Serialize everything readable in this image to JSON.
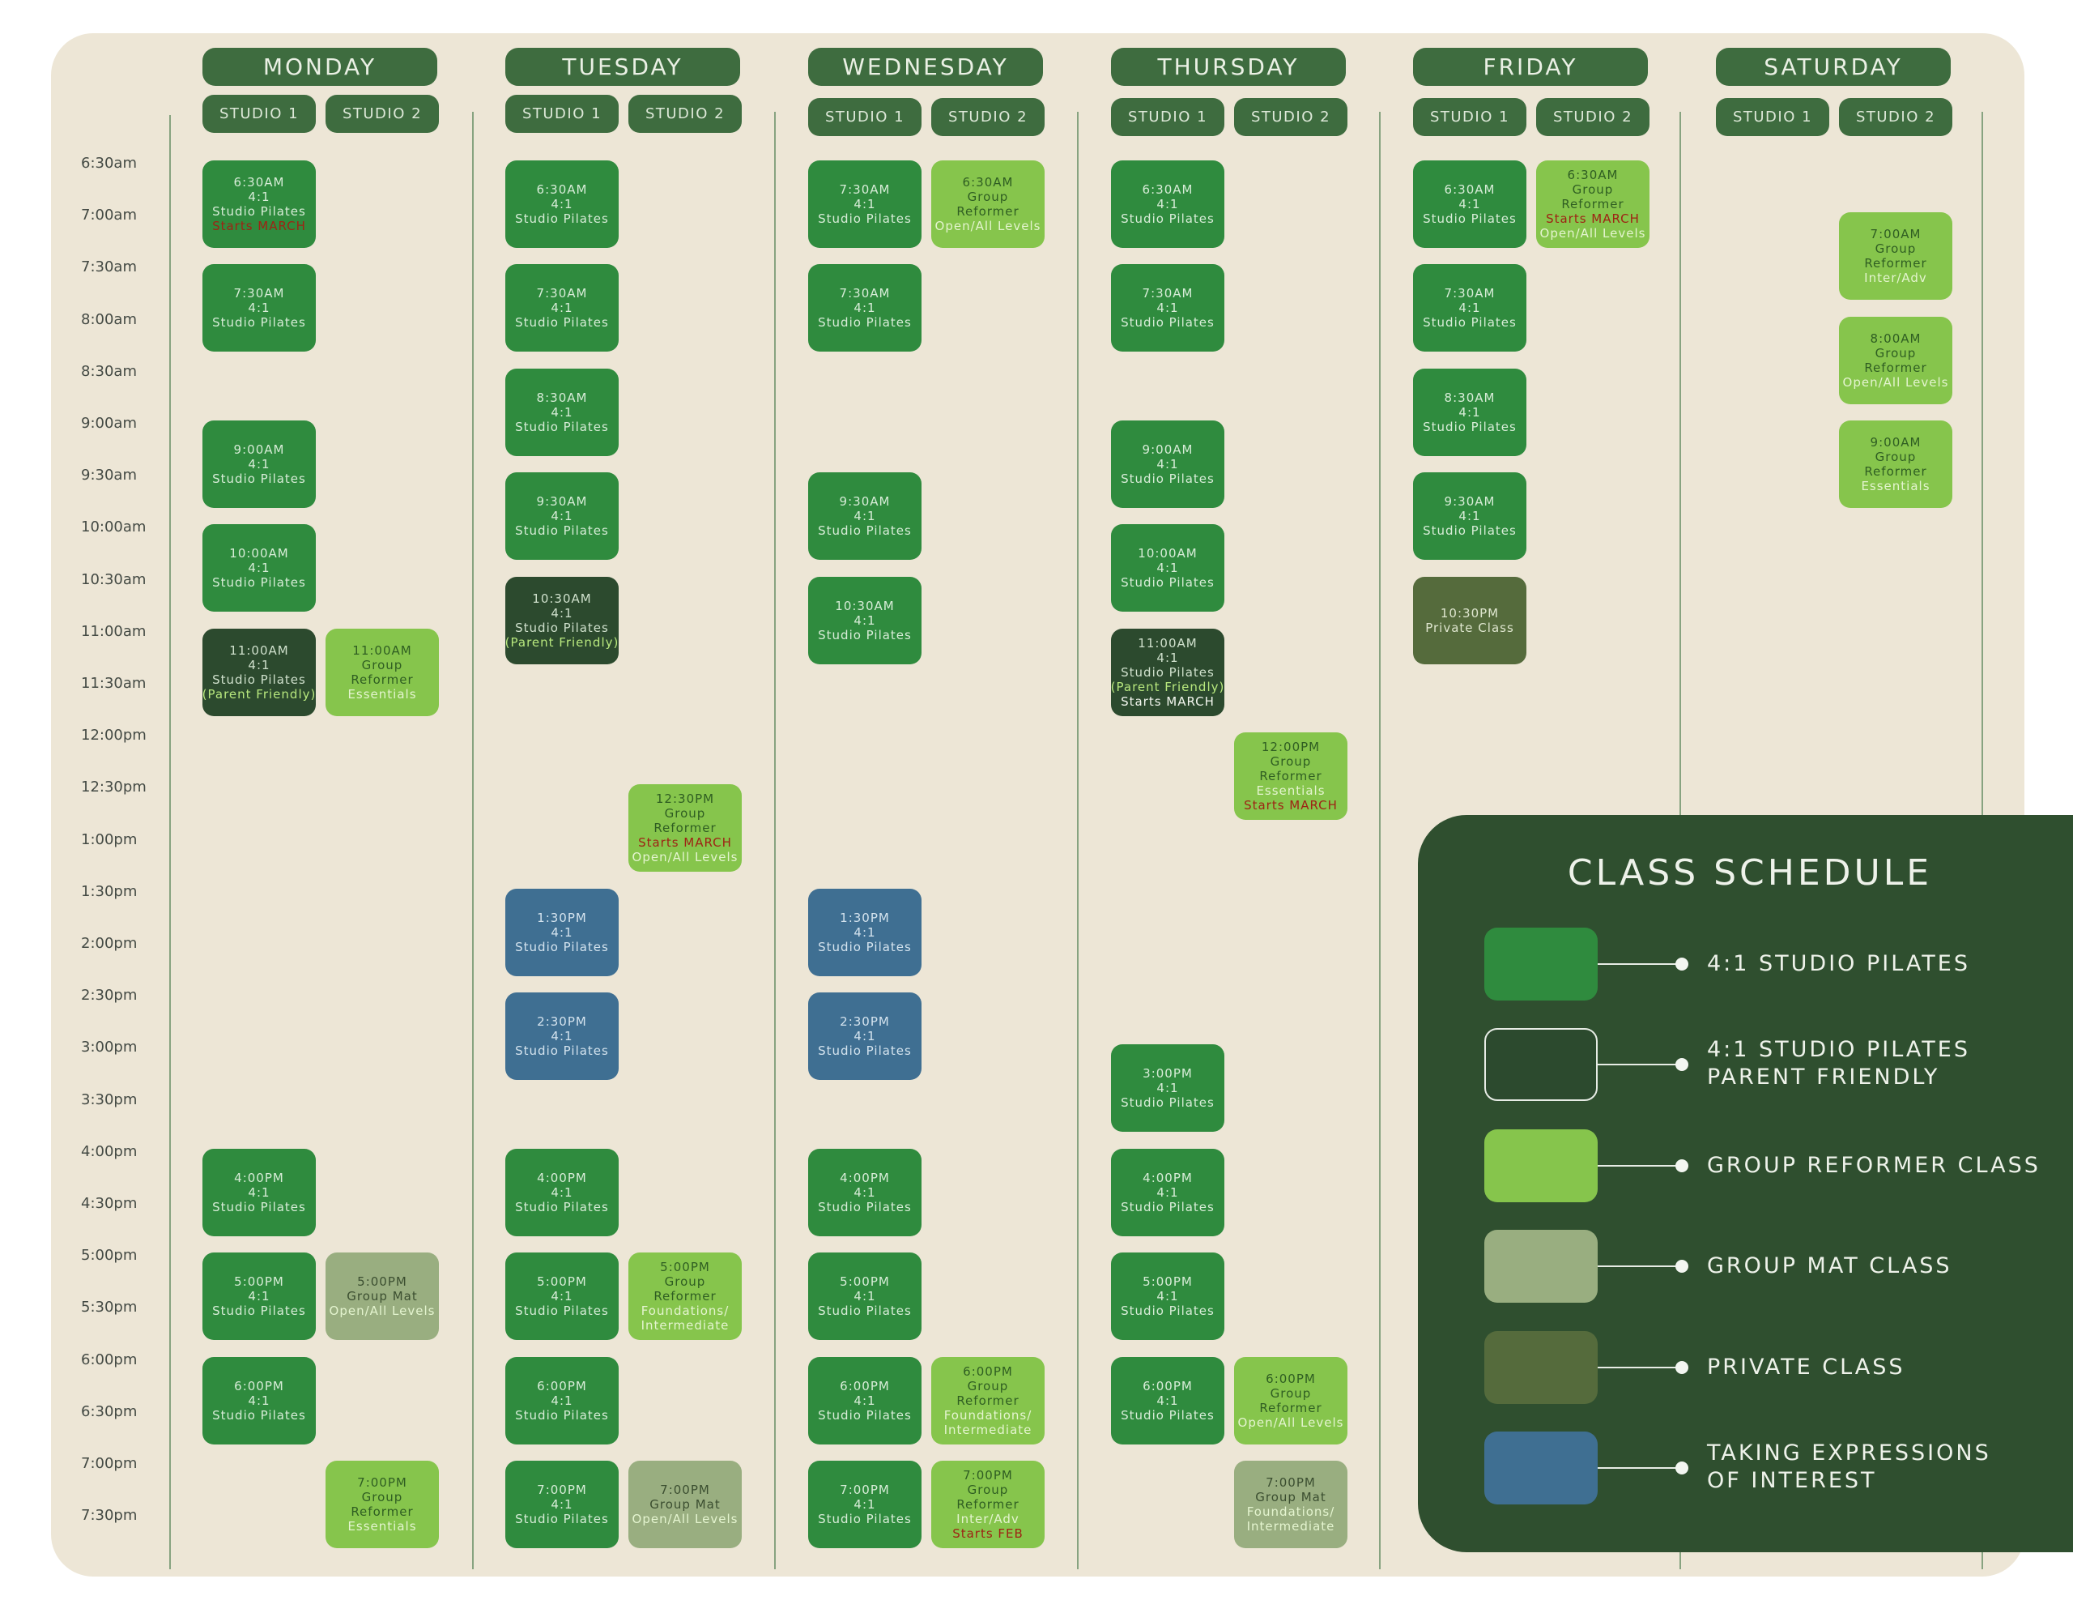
{
  "legend": {
    "title": "CLASS SCHEDULE",
    "items": [
      {
        "kind": "studio",
        "label": "4:1 STUDIO PILATES",
        "color": "#2f8b3e"
      },
      {
        "kind": "parent",
        "label": "4:1 STUDIO PILATES\nPARENT FRIENDLY",
        "color": "#2c4a2e"
      },
      {
        "kind": "group_reformer",
        "label": "GROUP REFORMER CLASS",
        "color": "#86c54c"
      },
      {
        "kind": "group_mat",
        "label": "GROUP MAT CLASS",
        "color": "#99ae80"
      },
      {
        "kind": "private",
        "label": "PRIVATE CLASS",
        "color": "#556b3c"
      },
      {
        "kind": "eoi",
        "label": "TAKING EXPRESSIONS\nOF INTEREST",
        "color": "#3f6f92"
      }
    ]
  },
  "days": [
    "MONDAY",
    "TUESDAY",
    "WEDNESDAY",
    "THURSDAY",
    "FRIDAY",
    "SATURDAY"
  ],
  "studios": [
    "STUDIO 1",
    "STUDIO 2"
  ],
  "times": [
    "6:30am",
    "7:00am",
    "7:30am",
    "8:00am",
    "8:30am",
    "9:00am",
    "9:30am",
    "10:00am",
    "10:30am",
    "11:00am",
    "11:30am",
    "12:00pm",
    "12:30pm",
    "1:00pm",
    "1:30pm",
    "2:00pm",
    "2:30pm",
    "3:00pm",
    "3:30pm",
    "4:00pm",
    "4:30pm",
    "5:00pm",
    "5:30pm",
    "6:00pm",
    "6:30pm",
    "7:00pm",
    "7:30pm"
  ],
  "classes": [
    {
      "day": 0,
      "studio": 0,
      "slot": 0,
      "type": "studio",
      "lines": [
        "6:30AM",
        "4:1",
        "Studio Pilates",
        {
          "t": "Starts MARCH",
          "s": "red"
        }
      ]
    },
    {
      "day": 0,
      "studio": 0,
      "slot": 2,
      "type": "studio",
      "lines": [
        "7:30AM",
        "4:1",
        "Studio Pilates"
      ]
    },
    {
      "day": 0,
      "studio": 0,
      "slot": 5,
      "type": "studio",
      "lines": [
        "9:00AM",
        "4:1",
        "Studio Pilates"
      ]
    },
    {
      "day": 0,
      "studio": 0,
      "slot": 7,
      "type": "studio",
      "lines": [
        "10:00AM",
        "4:1",
        "Studio Pilates"
      ]
    },
    {
      "day": 0,
      "studio": 0,
      "slot": 9,
      "type": "parent",
      "lines": [
        "11:00AM",
        "4:1",
        "Studio Pilates",
        {
          "t": "(Parent Friendly)",
          "s": "dark"
        }
      ]
    },
    {
      "day": 0,
      "studio": 1,
      "slot": 9,
      "type": "group_reformer",
      "lines": [
        "11:00AM",
        "Group",
        "Reformer",
        {
          "t": "Essentials",
          "s": "pale"
        }
      ]
    },
    {
      "day": 0,
      "studio": 0,
      "slot": 19,
      "type": "studio",
      "lines": [
        "4:00PM",
        "4:1",
        "Studio Pilates"
      ]
    },
    {
      "day": 0,
      "studio": 0,
      "slot": 21,
      "type": "studio",
      "lines": [
        "5:00PM",
        "4:1",
        "Studio Pilates"
      ]
    },
    {
      "day": 0,
      "studio": 1,
      "slot": 21,
      "type": "group_mat",
      "lines": [
        "5:00PM",
        "Group Mat",
        {
          "t": "Open/All Levels",
          "s": "pale"
        }
      ]
    },
    {
      "day": 0,
      "studio": 0,
      "slot": 23,
      "type": "studio",
      "lines": [
        "6:00PM",
        "4:1",
        "Studio Pilates"
      ]
    },
    {
      "day": 0,
      "studio": 1,
      "slot": 25,
      "type": "group_reformer",
      "lines": [
        "7:00PM",
        "Group",
        "Reformer",
        {
          "t": "Essentials",
          "s": "pale"
        }
      ]
    },
    {
      "day": 1,
      "studio": 0,
      "slot": 0,
      "type": "studio",
      "lines": [
        "6:30AM",
        "4:1",
        "Studio Pilates"
      ]
    },
    {
      "day": 1,
      "studio": 0,
      "slot": 2,
      "type": "studio",
      "lines": [
        "7:30AM",
        "4:1",
        "Studio Pilates"
      ]
    },
    {
      "day": 1,
      "studio": 0,
      "slot": 4,
      "type": "studio",
      "lines": [
        "8:30AM",
        "4:1",
        "Studio Pilates"
      ]
    },
    {
      "day": 1,
      "studio": 0,
      "slot": 6,
      "type": "studio",
      "lines": [
        "9:30AM",
        "4:1",
        "Studio Pilates"
      ]
    },
    {
      "day": 1,
      "studio": 0,
      "slot": 8,
      "type": "parent",
      "lines": [
        "10:30AM",
        "4:1",
        "Studio Pilates",
        {
          "t": "(Parent Friendly)",
          "s": "dark"
        }
      ]
    },
    {
      "day": 1,
      "studio": 1,
      "slot": 12,
      "type": "group_reformer",
      "lines": [
        "12:30PM",
        "Group",
        "Reformer",
        {
          "t": "Starts MARCH",
          "s": "red"
        },
        {
          "t": "Open/All Levels",
          "s": "pale"
        }
      ]
    },
    {
      "day": 1,
      "studio": 0,
      "slot": 14,
      "type": "eoi",
      "lines": [
        "1:30PM",
        "4:1",
        "Studio Pilates"
      ]
    },
    {
      "day": 1,
      "studio": 0,
      "slot": 16,
      "type": "eoi",
      "lines": [
        "2:30PM",
        "4:1",
        "Studio Pilates"
      ]
    },
    {
      "day": 1,
      "studio": 0,
      "slot": 19,
      "type": "studio",
      "lines": [
        "4:00PM",
        "4:1",
        "Studio Pilates"
      ]
    },
    {
      "day": 1,
      "studio": 0,
      "slot": 21,
      "type": "studio",
      "lines": [
        "5:00PM",
        "4:1",
        "Studio Pilates"
      ]
    },
    {
      "day": 1,
      "studio": 1,
      "slot": 21,
      "type": "group_reformer",
      "lines": [
        "5:00PM",
        "Group",
        "Reformer",
        {
          "t": "Foundations/",
          "s": "pale"
        },
        {
          "t": "Intermediate",
          "s": "pale"
        }
      ]
    },
    {
      "day": 1,
      "studio": 0,
      "slot": 23,
      "type": "studio",
      "lines": [
        "6:00PM",
        "4:1",
        "Studio Pilates"
      ]
    },
    {
      "day": 1,
      "studio": 0,
      "slot": 25,
      "type": "studio",
      "lines": [
        "7:00PM",
        "4:1",
        "Studio Pilates"
      ]
    },
    {
      "day": 1,
      "studio": 1,
      "slot": 25,
      "type": "group_mat",
      "lines": [
        "7:00PM",
        "Group Mat",
        {
          "t": "Open/All Levels",
          "s": "pale"
        }
      ]
    },
    {
      "day": 2,
      "studio": 0,
      "slot": 0,
      "type": "studio",
      "lines": [
        "7:30AM",
        "4:1",
        "Studio Pilates"
      ]
    },
    {
      "day": 2,
      "studio": 1,
      "slot": 0,
      "type": "group_reformer",
      "lines": [
        "6:30AM",
        "Group",
        "Reformer",
        {
          "t": "Open/All Levels",
          "s": "pale"
        }
      ]
    },
    {
      "day": 2,
      "studio": 0,
      "slot": 2,
      "type": "studio",
      "lines": [
        "7:30AM",
        "4:1",
        "Studio Pilates"
      ]
    },
    {
      "day": 2,
      "studio": 0,
      "slot": 6,
      "type": "studio",
      "lines": [
        "9:30AM",
        "4:1",
        "Studio Pilates"
      ]
    },
    {
      "day": 2,
      "studio": 0,
      "slot": 8,
      "type": "studio",
      "lines": [
        "10:30AM",
        "4:1",
        "Studio Pilates"
      ]
    },
    {
      "day": 2,
      "studio": 0,
      "slot": 14,
      "type": "eoi",
      "lines": [
        "1:30PM",
        "4:1",
        "Studio Pilates"
      ]
    },
    {
      "day": 2,
      "studio": 0,
      "slot": 16,
      "type": "eoi",
      "lines": [
        "2:30PM",
        "4:1",
        "Studio Pilates"
      ]
    },
    {
      "day": 2,
      "studio": 0,
      "slot": 19,
      "type": "studio",
      "lines": [
        "4:00PM",
        "4:1",
        "Studio Pilates"
      ]
    },
    {
      "day": 2,
      "studio": 0,
      "slot": 21,
      "type": "studio",
      "lines": [
        "5:00PM",
        "4:1",
        "Studio Pilates"
      ]
    },
    {
      "day": 2,
      "studio": 0,
      "slot": 23,
      "type": "studio",
      "lines": [
        "6:00PM",
        "4:1",
        "Studio Pilates"
      ]
    },
    {
      "day": 2,
      "studio": 1,
      "slot": 23,
      "type": "group_reformer",
      "lines": [
        "6:00PM",
        "Group",
        "Reformer",
        {
          "t": "Foundations/",
          "s": "pale"
        },
        {
          "t": "Intermediate",
          "s": "pale"
        }
      ]
    },
    {
      "day": 2,
      "studio": 0,
      "slot": 25,
      "type": "studio",
      "lines": [
        "7:00PM",
        "4:1",
        "Studio Pilates"
      ]
    },
    {
      "day": 2,
      "studio": 1,
      "slot": 25,
      "type": "group_reformer",
      "lines": [
        "7:00PM",
        "Group",
        "Reformer",
        {
          "t": "Inter/Adv",
          "s": "pale"
        },
        {
          "t": "Starts FEB",
          "s": "red"
        }
      ]
    },
    {
      "day": 3,
      "studio": 0,
      "slot": 0,
      "type": "studio",
      "lines": [
        "6:30AM",
        "4:1",
        "Studio Pilates"
      ]
    },
    {
      "day": 3,
      "studio": 0,
      "slot": 2,
      "type": "studio",
      "lines": [
        "7:30AM",
        "4:1",
        "Studio Pilates"
      ]
    },
    {
      "day": 3,
      "studio": 0,
      "slot": 5,
      "type": "studio",
      "lines": [
        "9:00AM",
        "4:1",
        "Studio Pilates"
      ]
    },
    {
      "day": 3,
      "studio": 0,
      "slot": 7,
      "type": "studio",
      "lines": [
        "10:00AM",
        "4:1",
        "Studio Pilates"
      ]
    },
    {
      "day": 3,
      "studio": 0,
      "slot": 9,
      "type": "parent",
      "lines": [
        "11:00AM",
        "4:1",
        "Studio Pilates",
        {
          "t": "(Parent Friendly)",
          "s": "dark"
        },
        {
          "t": "Starts MARCH",
          "s": "strong"
        }
      ]
    },
    {
      "day": 3,
      "studio": 1,
      "slot": 11,
      "type": "group_reformer",
      "lines": [
        "12:00PM",
        "Group",
        "Reformer",
        {
          "t": "Essentials",
          "s": "pale"
        },
        {
          "t": "Starts MARCH",
          "s": "red"
        }
      ]
    },
    {
      "day": 3,
      "studio": 0,
      "slot": 17,
      "type": "studio",
      "lines": [
        "3:00PM",
        "4:1",
        "Studio Pilates"
      ]
    },
    {
      "day": 3,
      "studio": 0,
      "slot": 19,
      "type": "studio",
      "lines": [
        "4:00PM",
        "4:1",
        "Studio Pilates"
      ]
    },
    {
      "day": 3,
      "studio": 0,
      "slot": 21,
      "type": "studio",
      "lines": [
        "5:00PM",
        "4:1",
        "Studio Pilates"
      ]
    },
    {
      "day": 3,
      "studio": 0,
      "slot": 23,
      "type": "studio",
      "lines": [
        "6:00PM",
        "4:1",
        "Studio Pilates"
      ]
    },
    {
      "day": 3,
      "studio": 1,
      "slot": 23,
      "type": "group_reformer",
      "lines": [
        "6:00PM",
        "Group",
        "Reformer",
        {
          "t": "Open/All Levels",
          "s": "pale"
        }
      ]
    },
    {
      "day": 3,
      "studio": 1,
      "slot": 25,
      "type": "group_mat",
      "lines": [
        "7:00PM",
        "Group Mat",
        {
          "t": "Foundations/",
          "s": "pale"
        },
        {
          "t": "Intermediate",
          "s": "pale"
        }
      ]
    },
    {
      "day": 4,
      "studio": 0,
      "slot": 0,
      "type": "studio",
      "lines": [
        "6:30AM",
        "4:1",
        "Studio Pilates"
      ]
    },
    {
      "day": 4,
      "studio": 1,
      "slot": 0,
      "type": "group_reformer",
      "lines": [
        "6:30AM",
        "Group",
        "Reformer",
        {
          "t": "Starts MARCH",
          "s": "red"
        },
        {
          "t": "Open/All Levels",
          "s": "pale"
        }
      ]
    },
    {
      "day": 4,
      "studio": 0,
      "slot": 2,
      "type": "studio",
      "lines": [
        "7:30AM",
        "4:1",
        "Studio Pilates"
      ]
    },
    {
      "day": 4,
      "studio": 0,
      "slot": 4,
      "type": "studio",
      "lines": [
        "8:30AM",
        "4:1",
        "Studio Pilates"
      ]
    },
    {
      "day": 4,
      "studio": 0,
      "slot": 6,
      "type": "studio",
      "lines": [
        "9:30AM",
        "4:1",
        "Studio Pilates"
      ]
    },
    {
      "day": 4,
      "studio": 0,
      "slot": 8,
      "type": "private",
      "lines": [
        "10:30PM",
        "Private Class"
      ]
    },
    {
      "day": 5,
      "studio": 1,
      "slot": 1,
      "type": "group_reformer",
      "lines": [
        "7:00AM",
        "Group",
        "Reformer",
        {
          "t": "Inter/Adv",
          "s": "pale"
        }
      ]
    },
    {
      "day": 5,
      "studio": 1,
      "slot": 3,
      "type": "group_reformer",
      "lines": [
        "8:00AM",
        "Group",
        "Reformer",
        {
          "t": "Open/All Levels",
          "s": "pale"
        }
      ]
    },
    {
      "day": 5,
      "studio": 1,
      "slot": 5,
      "type": "group_reformer",
      "lines": [
        "9:00AM",
        "Group",
        "Reformer",
        {
          "t": "Essentials",
          "s": "pale"
        }
      ]
    }
  ]
}
